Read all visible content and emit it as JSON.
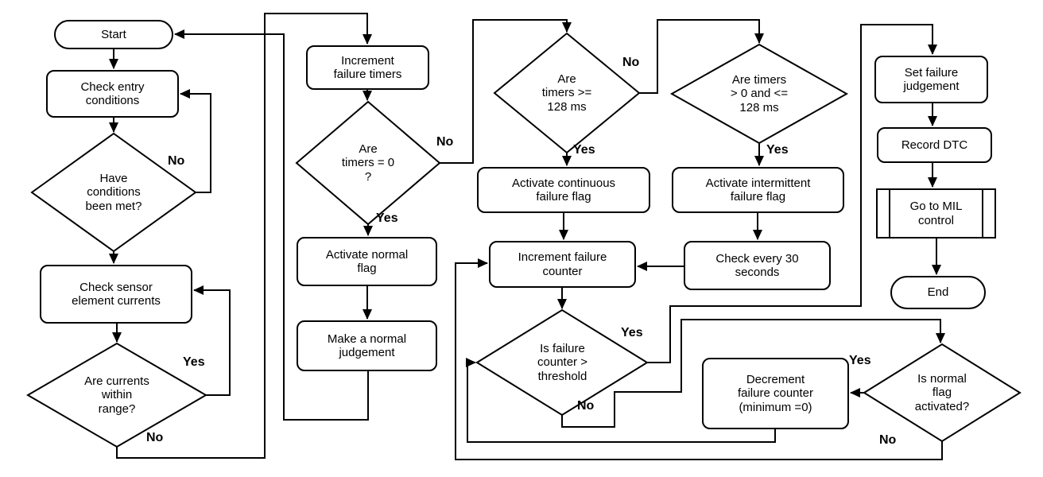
{
  "diagram": {
    "colors": {
      "line": "#000000",
      "shape_fill": "#ffffff",
      "text": "#000000",
      "background": "#ffffff"
    },
    "nodes": {
      "start": {
        "type": "terminator",
        "label": "Start"
      },
      "check_entry": {
        "type": "process",
        "label": "Check entry\nconditions"
      },
      "have_met": {
        "type": "decision",
        "label": "Have\nconditions\nbeen met?"
      },
      "check_sensor": {
        "type": "process",
        "label": "Check sensor\nelement currents"
      },
      "currents": {
        "type": "decision",
        "label": "Are currents\nwithin\nrange?"
      },
      "incr_timers": {
        "type": "process",
        "label": "Increment\nfailure timers"
      },
      "timers0": {
        "type": "decision",
        "label": "Are\ntimers = 0\n?"
      },
      "act_normal": {
        "type": "process",
        "label": "Activate normal\nflag"
      },
      "make_normal": {
        "type": "process",
        "label": "Make a normal\njudgement"
      },
      "ge128": {
        "type": "decision",
        "label": "Are\ntimers >=\n128 ms"
      },
      "act_cont": {
        "type": "process",
        "label": "Activate continuous\nfailure flag"
      },
      "intmt": {
        "type": "decision",
        "label": "Are timers\n> 0 and  <=\n128 ms"
      },
      "act_int": {
        "type": "process",
        "label": "Activate intermittent\nfailure flag"
      },
      "incr_counter": {
        "type": "process",
        "label": "Increment failure\ncounter"
      },
      "check30": {
        "type": "process",
        "label": "Check every 30\nseconds"
      },
      "threshold": {
        "type": "decision",
        "label": "Is failure\ncounter >\nthreshold"
      },
      "decrement": {
        "type": "process",
        "label": "Decrement\nfailure counter\n(minimum =0)"
      },
      "normal_flag": {
        "type": "decision",
        "label": "Is normal\nflag\nactivated?"
      },
      "set_failure": {
        "type": "process",
        "label": "Set failure\njudgement"
      },
      "record_dtc": {
        "type": "process",
        "label": "Record DTC"
      },
      "mil": {
        "type": "predefined_process",
        "label": "Go to MIL\ncontrol"
      },
      "end": {
        "type": "terminator",
        "label": "End"
      }
    },
    "edges": [
      {
        "from": "start",
        "to": "check_entry",
        "label": ""
      },
      {
        "from": "check_entry",
        "to": "have_met",
        "label": ""
      },
      {
        "from": "have_met",
        "to": "check_entry",
        "label": "No"
      },
      {
        "from": "have_met",
        "to": "check_sensor",
        "label": ""
      },
      {
        "from": "currents",
        "to": "check_sensor",
        "label": "Yes"
      },
      {
        "from": "check_sensor",
        "to": "currents",
        "label": ""
      },
      {
        "from": "currents",
        "to": "incr_timers",
        "label": "No"
      },
      {
        "from": "make_normal",
        "to": "start",
        "label": ""
      },
      {
        "from": "incr_timers",
        "to": "timers0",
        "label": ""
      },
      {
        "from": "timers0",
        "to": "act_normal",
        "label": "Yes"
      },
      {
        "from": "timers0",
        "to": "ge128",
        "label": "No"
      },
      {
        "from": "act_normal",
        "to": "make_normal",
        "label": ""
      },
      {
        "from": "ge128",
        "to": "act_cont",
        "label": "Yes"
      },
      {
        "from": "ge128",
        "to": "intmt",
        "label": "No"
      },
      {
        "from": "intmt",
        "to": "act_int",
        "label": "Yes"
      },
      {
        "from": "act_cont",
        "to": "incr_counter",
        "label": ""
      },
      {
        "from": "act_int",
        "to": "check30",
        "label": ""
      },
      {
        "from": "check30",
        "to": "incr_counter",
        "label": ""
      },
      {
        "from": "incr_counter",
        "to": "threshold",
        "label": ""
      },
      {
        "from": "threshold",
        "to": "set_failure",
        "label": "Yes"
      },
      {
        "from": "threshold",
        "to": "normal_flag",
        "label": "No"
      },
      {
        "from": "normal_flag",
        "to": "decrement",
        "label": "Yes"
      },
      {
        "from": "normal_flag",
        "to": "incr_counter",
        "label": "No"
      },
      {
        "from": "decrement",
        "to": "threshold",
        "label": ""
      },
      {
        "from": "set_failure",
        "to": "record_dtc",
        "label": ""
      },
      {
        "from": "record_dtc",
        "to": "mil",
        "label": ""
      },
      {
        "from": "mil",
        "to": "end",
        "label": ""
      }
    ]
  }
}
